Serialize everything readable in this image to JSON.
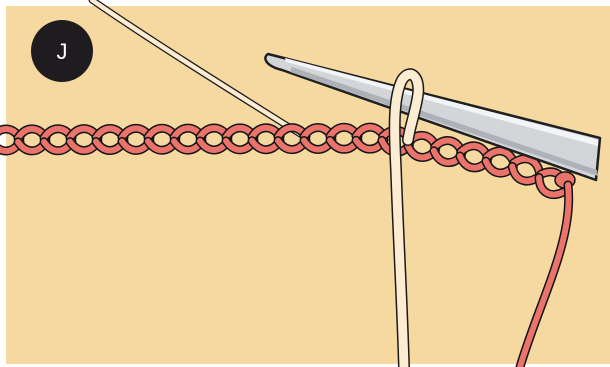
{
  "step": {
    "label": "J"
  },
  "colors": {
    "background": "#f5d9a0",
    "frame": "#ffffff",
    "badge": "#1e1c1e",
    "chain": "#ea736b",
    "chain_outline": "#141414",
    "working_yarn": "#fbecd2",
    "working_yarn_outline": "#1a1a1a",
    "hook": "#d3d5d9",
    "hook_highlight": "#f3f4f6",
    "hook_shadow": "#aeb2b8",
    "hook_outline": "#1f1f1f"
  },
  "icons": {
    "hook": "crochet-hook-icon",
    "chain": "foundation-chain",
    "working_yarn": "working-yarn",
    "tail": "yarn-tail"
  }
}
